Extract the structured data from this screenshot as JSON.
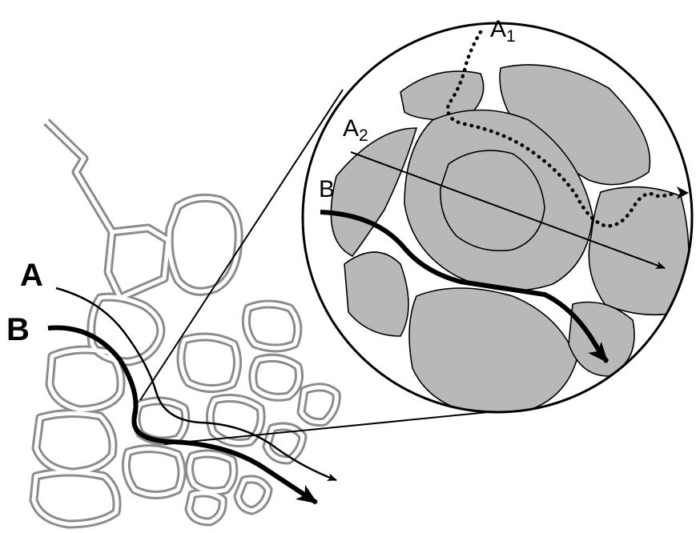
{
  "labels": {
    "path_a": "A",
    "path_b": "B",
    "zoom_a1": "A",
    "zoom_a1_sub": "1",
    "zoom_a2": "A",
    "zoom_a2_sub": "2",
    "zoom_b": "B"
  },
  "colors": {
    "cell_wall_outline": "#8c8c8c",
    "zoom_wall_fill": "#b8b8b8",
    "line": "#000000",
    "background": "#ffffff"
  }
}
